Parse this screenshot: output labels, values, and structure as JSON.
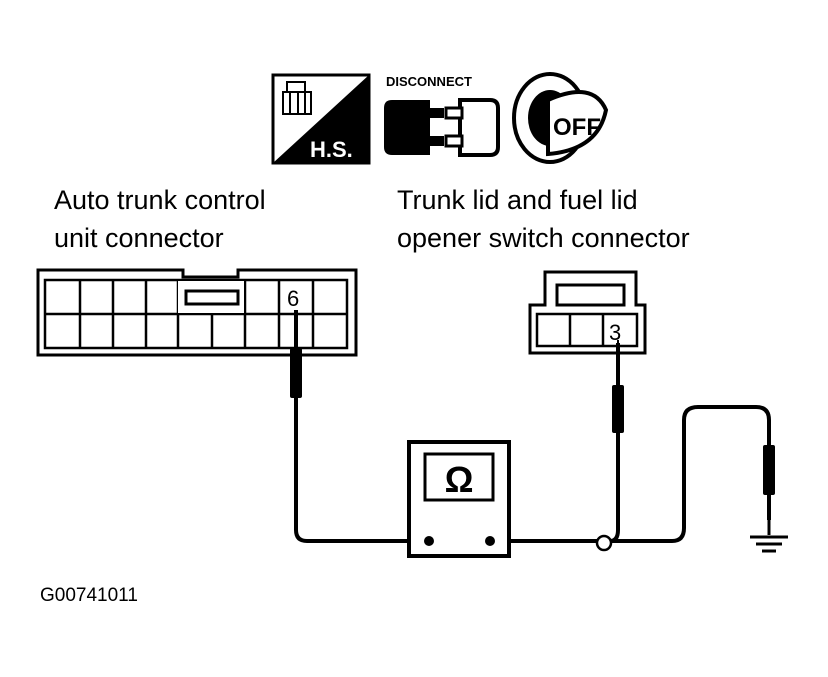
{
  "icons": {
    "hs_label": "H.S.",
    "disconnect_label": "DISCONNECT",
    "off_label": "OFF"
  },
  "labels": {
    "left_connector": [
      "Auto trunk control",
      "unit connector"
    ],
    "right_connector": [
      "Trunk lid and fuel lid",
      "opener switch connector"
    ]
  },
  "pins": {
    "left": "6",
    "right": "3"
  },
  "meter": {
    "symbol": "Ω"
  },
  "figure_code": "G00741011"
}
